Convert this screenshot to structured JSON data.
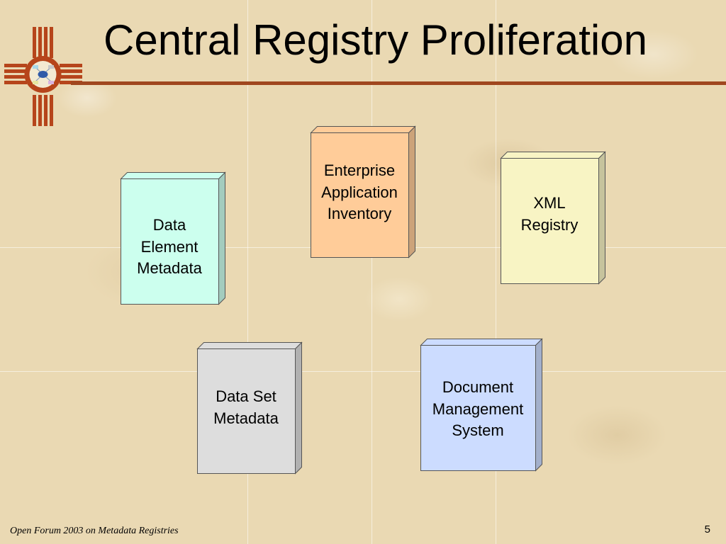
{
  "slide": {
    "title": "Central Registry Proliferation",
    "footer": "Open Forum 2003 on Metadata Registries",
    "page_number": "5"
  },
  "colors": {
    "accent_rule": "#a0471f",
    "logo": "#b6451b"
  },
  "boxes": [
    {
      "id": "data-element-metadata",
      "label": "Data\nElement\nMetadata",
      "fill": "#ccffee"
    },
    {
      "id": "enterprise-application-inventory",
      "label": "Enterprise\nApplication\nInventory",
      "fill": "#ffcc99"
    },
    {
      "id": "xml-registry",
      "label": "XML\nRegistry",
      "fill": "#f8f4c4"
    },
    {
      "id": "data-set-metadata",
      "label": "Data Set\nMetadata",
      "fill": "#dddddd"
    },
    {
      "id": "document-management-system",
      "label": "Document\nManagement\nSystem",
      "fill": "#ccdcff"
    }
  ]
}
